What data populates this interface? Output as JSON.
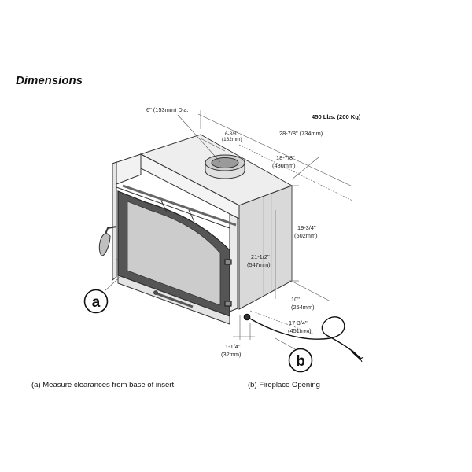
{
  "header": {
    "title": "Dimensions"
  },
  "weight": "450 Lbs. (200 Kg)",
  "dimensions": {
    "flue_diameter": "6\" (153mm) Dia.",
    "flue_offset_in": "6-3/8\"",
    "flue_offset_mm": "(162mm)",
    "depth_in": "18-7/8\"",
    "depth_mm": "(480mm)",
    "width_top": "28-7/8\" (734mm)",
    "rear_height_in": "19-3/4\"",
    "rear_height_mm": "(502mm)",
    "front_height_in": "21-1/2\"",
    "front_height_mm": "(547mm)",
    "base_depth_in": "10\"",
    "base_depth_mm": "(254mm)",
    "opening_depth_in": "17-3/4\"",
    "opening_depth_mm": "(451mm)",
    "front_offset_in": "1-1/4\"",
    "front_offset_mm": "(32mm)"
  },
  "callouts": {
    "a": "a",
    "b": "b"
  },
  "captions": {
    "a": "(a) Measure clearances from base of insert",
    "b": "(b) Fireplace Opening"
  }
}
